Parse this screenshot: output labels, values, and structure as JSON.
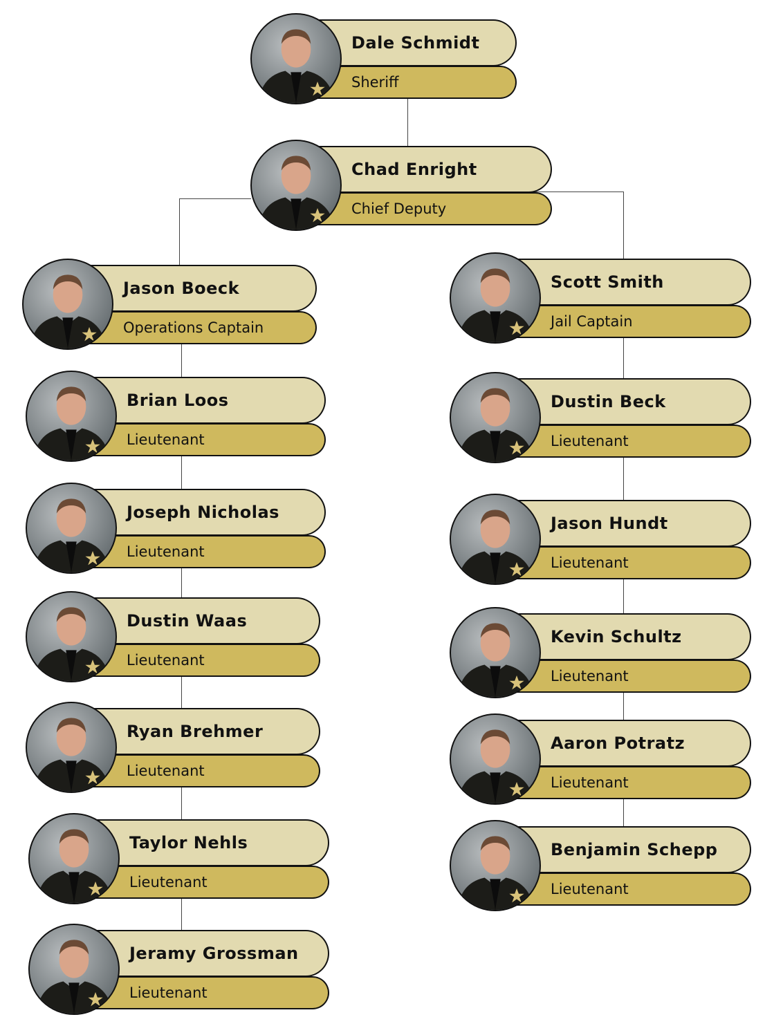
{
  "colors": {
    "name_bg": "#e2dab0",
    "title_bg": "#cfb95e",
    "outline": "#111111"
  },
  "people": [
    {
      "name": "Dale Schmidt",
      "title": "Sheriff"
    },
    {
      "name": "Chad Enright",
      "title": "Chief Deputy"
    },
    {
      "name": "Jason Boeck",
      "title": "Operations Captain"
    },
    {
      "name": "Scott Smith",
      "title": "Jail Captain"
    },
    {
      "name": "Brian Loos",
      "title": "Lieutenant"
    },
    {
      "name": "Joseph Nicholas",
      "title": "Lieutenant"
    },
    {
      "name": "Dustin Waas",
      "title": "Lieutenant"
    },
    {
      "name": "Ryan Brehmer",
      "title": "Lieutenant"
    },
    {
      "name": "Taylor Nehls",
      "title": "Lieutenant"
    },
    {
      "name": "Jeramy Grossman",
      "title": "Lieutenant"
    },
    {
      "name": "Dustin Beck",
      "title": "Lieutenant"
    },
    {
      "name": "Jason Hundt",
      "title": "Lieutenant"
    },
    {
      "name": "Kevin Schultz",
      "title": "Lieutenant"
    },
    {
      "name": "Aaron Potratz",
      "title": "Lieutenant"
    },
    {
      "name": "Benjamin Schepp",
      "title": "Lieutenant"
    }
  ]
}
